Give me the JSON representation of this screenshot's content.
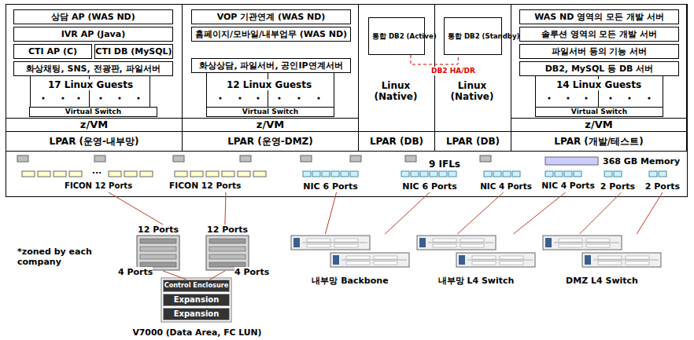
{
  "diagram": {
    "nodes": [
      {
        "text": [
          "LPAR (운영-내부망)"
        ]
      },
      {
        "text": [
          "상담 AP (WAS ND)"
        ],
        "in": 0
      },
      {
        "text": [
          "IVR AP (Java)"
        ],
        "in": 0
      },
      {
        "text": [
          "CTI AP (C)"
        ],
        "in": 0
      },
      {
        "text": [
          "CTI DB (MySQL)"
        ],
        "in": 0
      },
      {
        "text": [
          "화상채팅, SNS, 전광판, 파일서버"
        ],
        "in": 0
      },
      {
        "text": [
          "Virtual Switch"
        ],
        "in": 0
      },
      {
        "text": [
          "z/VM"
        ],
        "in": 0
      },
      {
        "text": [
          "LPAR (운영-DMZ)"
        ]
      },
      {
        "text": [
          "VOP 기관연계 (WAS ND)"
        ],
        "in": 8
      },
      {
        "text": [
          "홈페이지/모바일/내부업무 (WAS ND)"
        ],
        "in": 8
      },
      {
        "text": [
          "화상상담, 파일서버, 공인IP연계서버"
        ],
        "in": 8
      },
      {
        "text": [
          "Virtual Switch"
        ],
        "in": 8
      },
      {
        "text": [
          "z/VM"
        ],
        "in": 8
      },
      {
        "text": [
          "LPAR (DB)"
        ]
      },
      {
        "text": [
          "통합 DB2 (Active)"
        ],
        "in": 14
      },
      {
        "text": [
          "LPAR (DB)"
        ]
      },
      {
        "text": [
          "통합 DB2 (Standby)"
        ],
        "in": 16
      },
      {
        "text": [
          "LPAR (개발/테스트)"
        ]
      },
      {
        "text": [
          "WAS ND 영역의 모든 개발 서버"
        ],
        "in": 18
      },
      {
        "text": [
          "솔루션 영역의 모든 개발 서버"
        ],
        "in": 18
      },
      {
        "text": [
          "파일서버 등의 기능 서버"
        ],
        "in": 18
      },
      {
        "text": [
          "DB2, MySQL 등 DB 서버"
        ],
        "in": 18
      },
      {
        "text": [
          "Virtual Switch"
        ],
        "in": 18
      },
      {
        "text": [
          "z/VM"
        ],
        "in": 18
      },
      {
        "text": [
          "FICON 12 Ports"
        ]
      },
      {
        "text": [
          "FICON 12 Ports"
        ]
      },
      {
        "text": [
          "NIC 6 Ports"
        ]
      },
      {
        "text": [
          "NIC 6 Ports"
        ]
      },
      {
        "text": [
          "NIC 4 Ports"
        ]
      },
      {
        "text": [
          "NIC 4 Ports"
        ]
      },
      {
        "text": [
          "2 Ports"
        ]
      },
      {
        "text": [
          "2 Ports"
        ]
      },
      {
        "text": [
          "12 Ports"
        ]
      },
      {
        "text": [
          "12 Ports"
        ]
      },
      {
        "text": [
          "V7000 (Data Area, FC LUN)"
        ]
      },
      {
        "text": [
          "Control Enclosure"
        ],
        "in": 35
      },
      {
        "text": [
          "Expansion"
        ],
        "in": 35
      },
      {
        "text": [
          "Expansion"
        ],
        "in": 35
      },
      {
        "text": [
          "내부망 Backbone"
        ]
      },
      {
        "text": [
          "내부망 L4 Switch"
        ]
      },
      {
        "text": [
          "DMZ L4 Switch"
        ]
      }
    ],
    "edges": [
      {
        "from": 25,
        "to": 33,
        "arrow": "none"
      },
      {
        "from": 26,
        "to": 34,
        "arrow": "none"
      },
      {
        "from": 33,
        "to": 36,
        "label": "4 Ports",
        "arrow": "none"
      },
      {
        "from": 34,
        "to": 36,
        "label": "4 Ports",
        "arrow": "none"
      },
      {
        "from": 27,
        "to": 39,
        "arrow": "none"
      },
      {
        "from": 28,
        "to": 39,
        "arrow": "none"
      },
      {
        "from": 29,
        "to": 40,
        "arrow": "none"
      },
      {
        "from": 30,
        "to": 40,
        "arrow": "none"
      },
      {
        "from": 31,
        "to": 41,
        "arrow": "none"
      },
      {
        "from": 32,
        "to": 41,
        "arrow": "none"
      },
      {
        "from": 15,
        "to": 17,
        "label": "DB2 HA/DR",
        "arrow": "none"
      }
    ],
    "labels": [
      "17 Linux Guests",
      "12 Linux Guests",
      "Linux (Native)",
      "Linux (Native)",
      "14 Linux Guests",
      "...",
      "9 IFLs",
      "368 GB Memory",
      "*zoned by each company"
    ]
  }
}
